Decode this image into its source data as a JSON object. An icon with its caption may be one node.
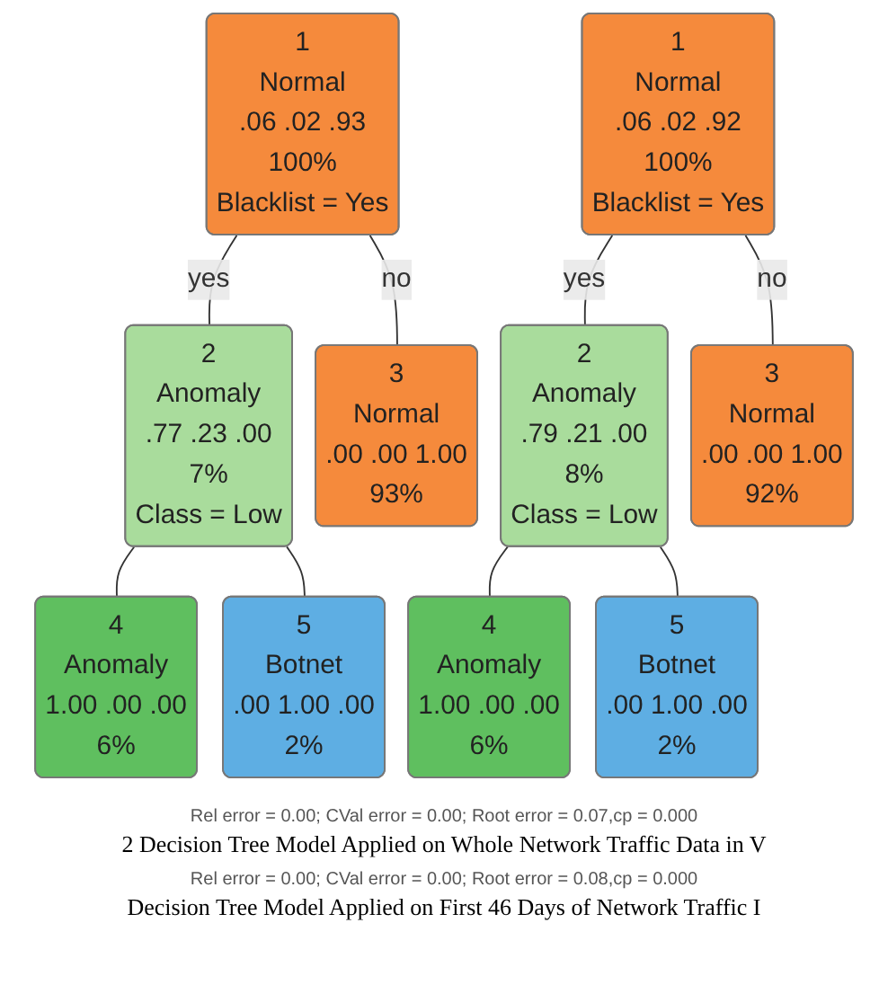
{
  "diagram": {
    "nodes": [
      {
        "text": [
          "1",
          "Normal",
          ".06 .02 .93",
          "100%",
          "Blacklist = Yes"
        ]
      },
      {
        "text": [
          "2",
          "Anomaly",
          ".77 .23 .00",
          "7%",
          "Class = Low"
        ]
      },
      {
        "text": [
          "4",
          "Anomaly",
          "1.00 .00 .00",
          "6%"
        ]
      },
      {
        "text": [
          "5",
          "Botnet",
          ".00 1.00 .00",
          "2%"
        ]
      },
      {
        "text": [
          "3",
          "Normal",
          ".00 .00 1.00",
          "93%"
        ]
      },
      {
        "text": [
          "1",
          "Normal",
          ".06 .02 .92",
          "100%",
          "Blacklist = Yes"
        ]
      },
      {
        "text": [
          "2",
          "Anomaly",
          ".79 .21 .00",
          "8%",
          "Class = Low"
        ]
      },
      {
        "text": [
          "4",
          "Anomaly",
          "1.00 .00 .00",
          "6%"
        ]
      },
      {
        "text": [
          "5",
          "Botnet",
          ".00 1.00 .00",
          "2%"
        ]
      },
      {
        "text": [
          "3",
          "Normal",
          ".00 .00 1.00",
          "92%"
        ]
      }
    ],
    "edges": [
      {
        "from": 0,
        "to": 1,
        "arrow": "none",
        "label": "yes"
      },
      {
        "from": 0,
        "to": 4,
        "arrow": "none",
        "label": "no"
      },
      {
        "from": 1,
        "to": 2,
        "arrow": "none"
      },
      {
        "from": 1,
        "to": 3,
        "arrow": "none"
      },
      {
        "from": 5,
        "to": 6,
        "arrow": "none",
        "label": "yes"
      },
      {
        "from": 5,
        "to": 9,
        "arrow": "none",
        "label": "no"
      },
      {
        "from": 6,
        "to": 7,
        "arrow": "none"
      },
      {
        "from": 6,
        "to": 8,
        "arrow": "none"
      }
    ],
    "labels": [
      "Rel error = 0.00; CVal error = 0.00; Root error = 0.07,cp = 0.000",
      "2 Decision Tree Model Applied on Whole Network Traffic Data in V",
      "Rel error = 0.00; CVal error = 0.00; Root error = 0.08,cp = 0.000",
      "Decision Tree Model Applied on First 46 Days of Network Traffic I"
    ]
  }
}
